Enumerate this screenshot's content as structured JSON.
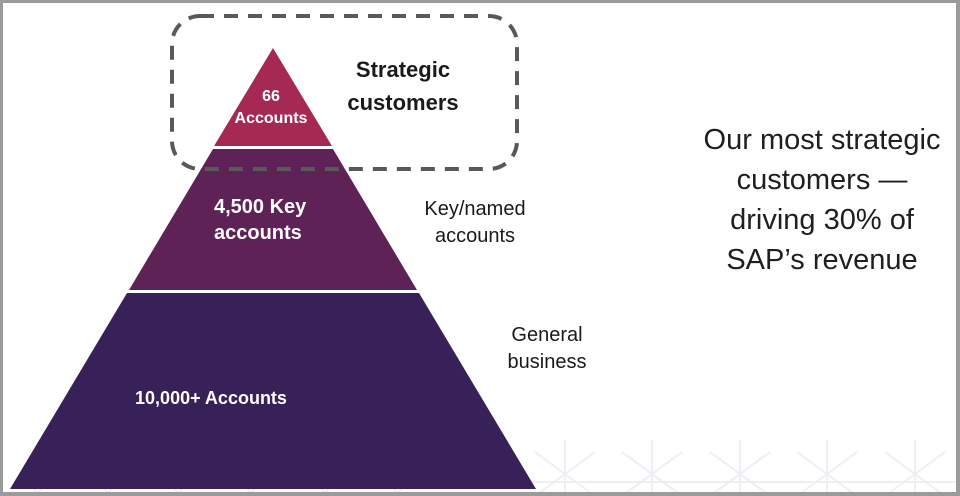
{
  "canvas": {
    "background": "#ffffff",
    "border_color": "#9b9b9b"
  },
  "headline": {
    "text": "Our most strategic\ncustomers —\ndriving 30% of\nSAP’s revenue",
    "color": "#1f1f1f"
  },
  "pyramid": {
    "type": "pyramid",
    "label_color": "#ffffff",
    "tiers": [
      {
        "name": "strategic",
        "label": "66\nAccounts",
        "fill": "#a62953",
        "accounts": "66"
      },
      {
        "name": "key",
        "label": "4,500 Key\naccounts",
        "fill": "#5f2256",
        "accounts": "4,500"
      },
      {
        "name": "general",
        "label": "10,000+ Accounts",
        "fill": "#372158",
        "accounts": "10,000+"
      }
    ]
  },
  "annotations": {
    "strategic_box_label": "Strategic\ncustomers",
    "key_label": "Key/named\naccounts",
    "general_label": "General\nbusiness",
    "box_stroke": "#595959",
    "text_color": "#1a1a1a"
  },
  "watermark": {
    "color": "#f0edf3"
  }
}
